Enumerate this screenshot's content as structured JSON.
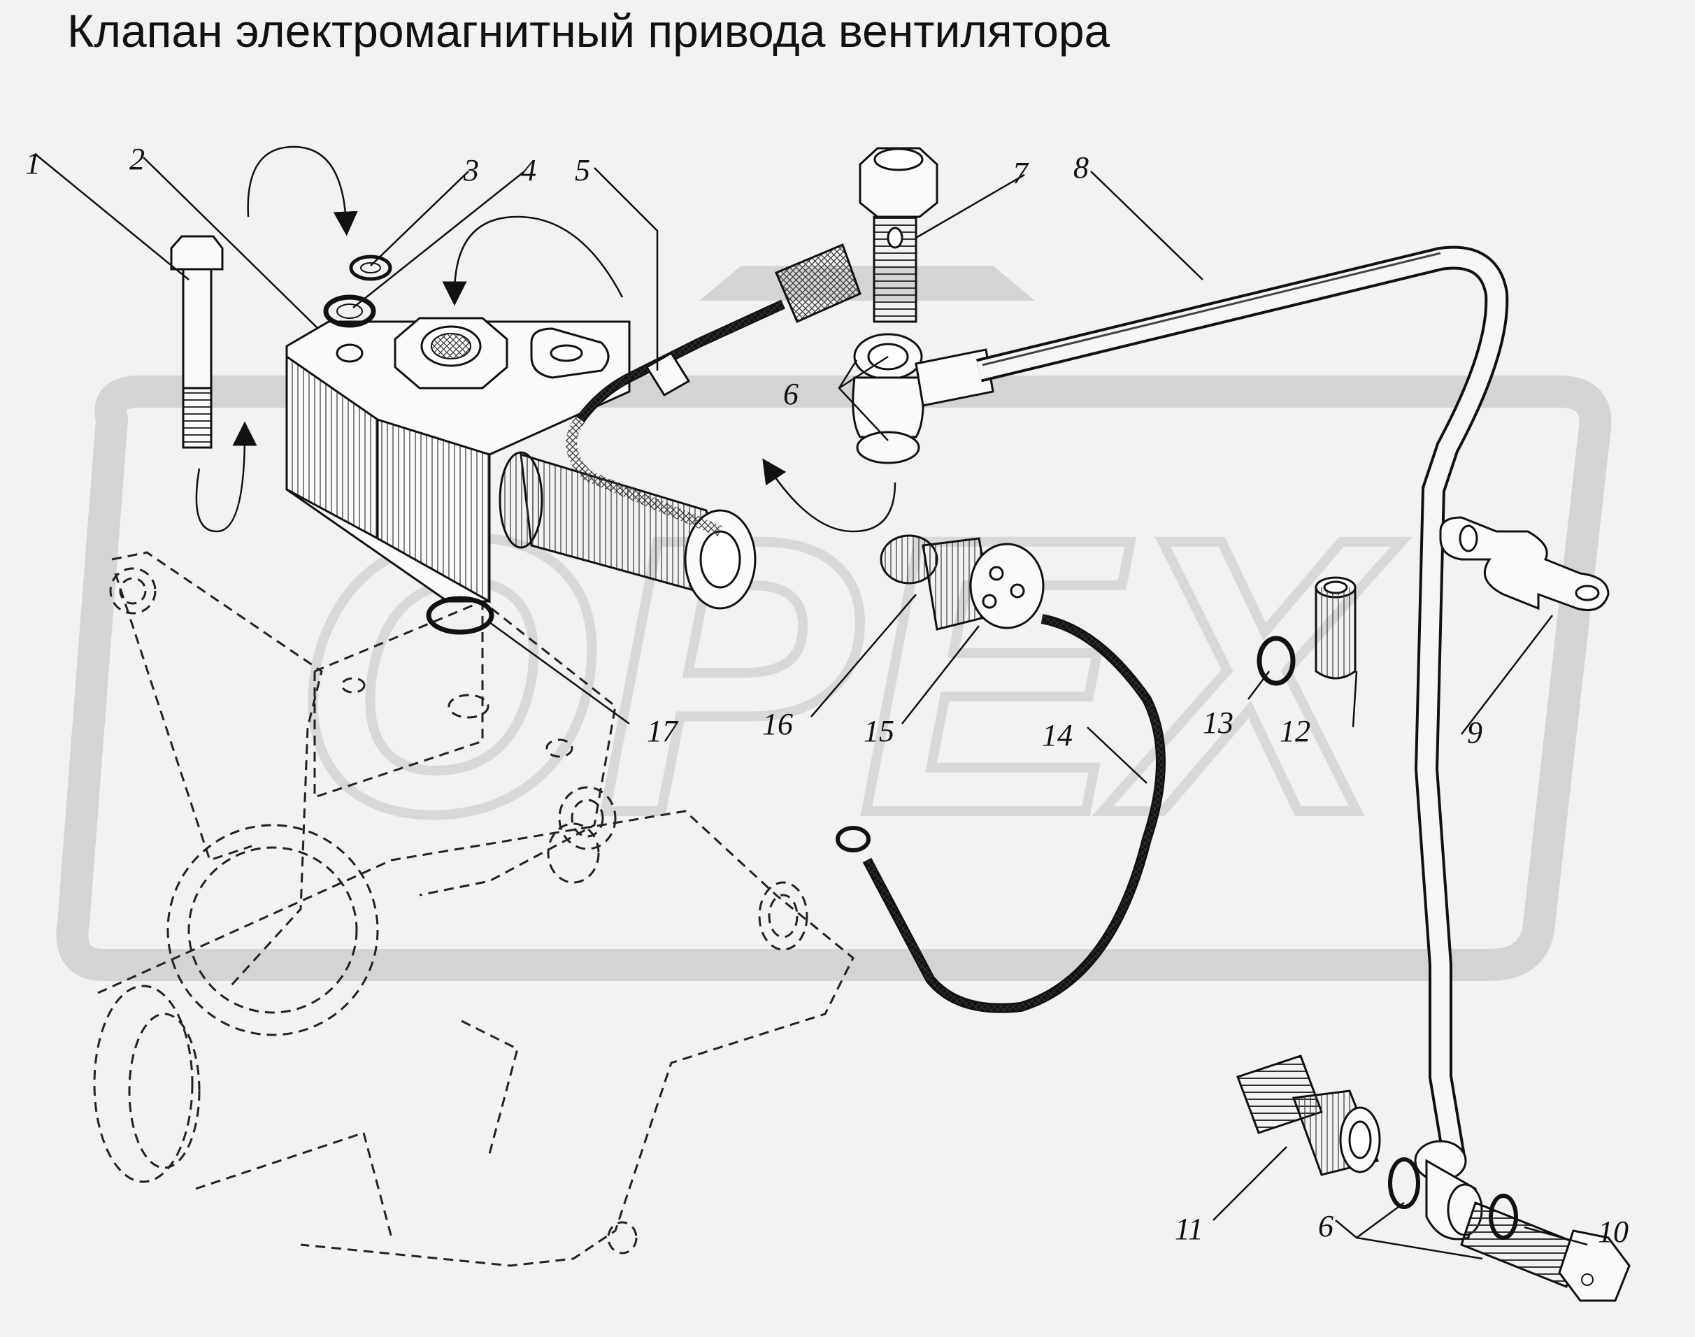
{
  "title": "Клапан электромагнитный привода вентилятора",
  "watermark": "OPEX",
  "callouts": [
    "1",
    "2",
    "3",
    "4",
    "5",
    "6",
    "7",
    "8",
    "6",
    "9",
    "10",
    "11",
    "12",
    "13",
    "14",
    "15",
    "16",
    "17"
  ],
  "colors": {
    "background": "#f2f2f0",
    "ink": "#111111",
    "watermark": "#d4d4d2"
  }
}
